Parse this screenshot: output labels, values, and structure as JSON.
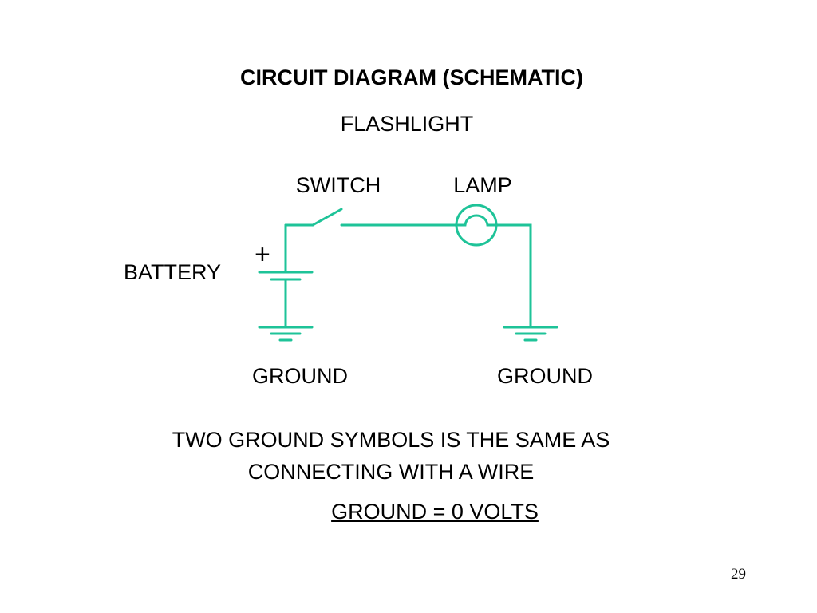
{
  "title": "CIRCUIT DIAGRAM (SCHEMATIC)",
  "subtitle": "FLASHLIGHT",
  "labels": {
    "switch": "SWITCH",
    "lamp": "LAMP",
    "battery": "BATTERY",
    "plus": "+",
    "ground_left": "GROUND",
    "ground_right": "GROUND"
  },
  "notes": {
    "line1": "TWO GROUND SYMBOLS IS THE SAME AS",
    "line2": "CONNECTING WITH A WIRE",
    "line3": "GROUND = 0 VOLTS"
  },
  "page_number": "29",
  "colors": {
    "wire": "#1ec398",
    "text": "#000000",
    "background": "#ffffff"
  },
  "symbols": [
    "switch-symbol",
    "lamp-symbol",
    "battery-symbol",
    "ground-symbol",
    "ground-symbol"
  ]
}
